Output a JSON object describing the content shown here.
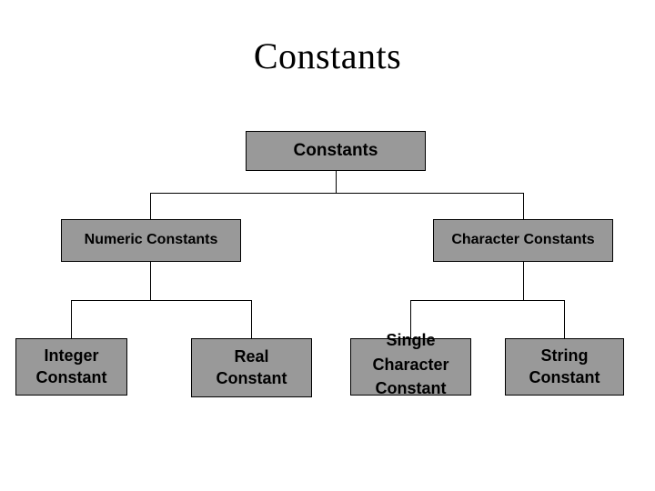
{
  "slide": {
    "title": "Constants",
    "background_color": "#ffffff",
    "node_fill_color": "#999999",
    "node_border_color": "#000000",
    "connector_color": "#000000"
  },
  "tree": {
    "root": {
      "label": "Constants"
    },
    "level2": [
      {
        "label": "Numeric Constants"
      },
      {
        "label": "Character Constants"
      }
    ],
    "leaves": [
      {
        "label": "Integer\nConstant"
      },
      {
        "label": "Real\nConstant"
      },
      {
        "label": "Single\nCharacter\nConstant"
      },
      {
        "label": "String\nConstant"
      }
    ]
  }
}
